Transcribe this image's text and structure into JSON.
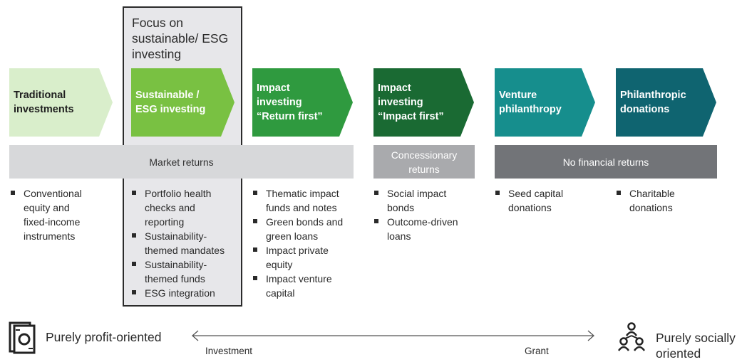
{
  "focus": {
    "title": "Focus on sustainable/ ESG investing"
  },
  "categories": [
    {
      "label_lines": [
        "Traditional",
        "investments"
      ],
      "color": "#d9eecb",
      "text_color": "#1f1f1f"
    },
    {
      "label_lines": [
        "Sustainable /",
        "ESG investing"
      ],
      "color": "#79c142",
      "text_color": "#ffffff"
    },
    {
      "label_lines": [
        "Impact",
        "investing",
        "“Return first”"
      ],
      "color": "#2f9a3f",
      "text_color": "#ffffff"
    },
    {
      "label_lines": [
        "Impact",
        "investing",
        "“Impact first”"
      ],
      "color": "#1a6a33",
      "text_color": "#ffffff"
    },
    {
      "label_lines": [
        "Venture",
        "philanthropy"
      ],
      "color": "#168e8d",
      "text_color": "#ffffff"
    },
    {
      "label_lines": [
        "Philanthropic",
        "donations"
      ],
      "color": "#0f6470",
      "text_color": "#ffffff"
    }
  ],
  "returns": [
    {
      "label": "Market returns",
      "color": "#d7d8da",
      "text_color": "#333333"
    },
    {
      "label": "Concessionary returns",
      "color": "#a9aaad",
      "text_color": "#ffffff"
    },
    {
      "label": "No financial returns",
      "color": "#727478",
      "text_color": "#ffffff"
    }
  ],
  "bullets": [
    [
      "Conventional equity and fixed-income instruments"
    ],
    [
      "Portfolio health checks and reporting",
      "Sustainability-themed mandates",
      "Sustainability-themed funds",
      "ESG integration"
    ],
    [
      "Thematic impact funds and notes",
      "Green bonds and green loans",
      "Impact private equity",
      "Impact venture capital"
    ],
    [
      "Social impact bonds",
      "Outcome-driven loans"
    ],
    [
      "Seed capital donations"
    ],
    [
      "Charitable donations"
    ]
  ],
  "spectrum": {
    "left_label": "Purely profit-oriented",
    "left_icon": "money-icon",
    "right_label_line1": "Purely socially",
    "right_label_line2": "oriented",
    "right_icon": "people-icon",
    "arrow_left_label": "Investment",
    "arrow_right_label": "Grant"
  }
}
